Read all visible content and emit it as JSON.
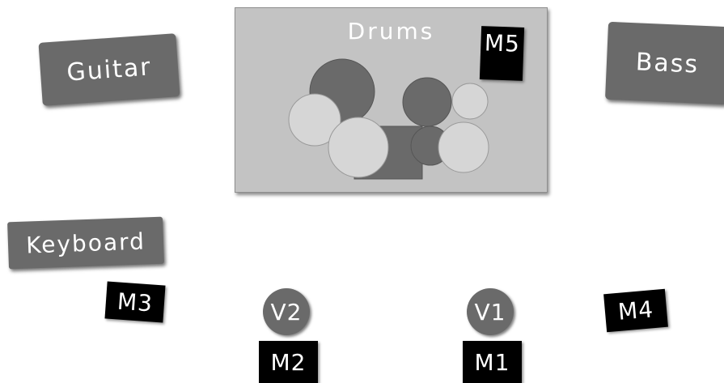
{
  "stage_plot": {
    "amps": {
      "guitar": "Guitar",
      "bass": "Bass",
      "keyboard": "Keyboard"
    },
    "drums": {
      "title": "Drums"
    },
    "mics": {
      "m1": "M1",
      "m2": "M2",
      "m3": "M3",
      "m4": "M4",
      "m5": "M5"
    },
    "vocals": {
      "v1": "V1",
      "v2": "V2"
    },
    "colors": {
      "amp": "#6a6a6a",
      "mic": "#000000",
      "drum_panel": "#c3c3c3",
      "drum_dark": "#6a6a6a",
      "drum_light": "#d6d6d6"
    }
  }
}
